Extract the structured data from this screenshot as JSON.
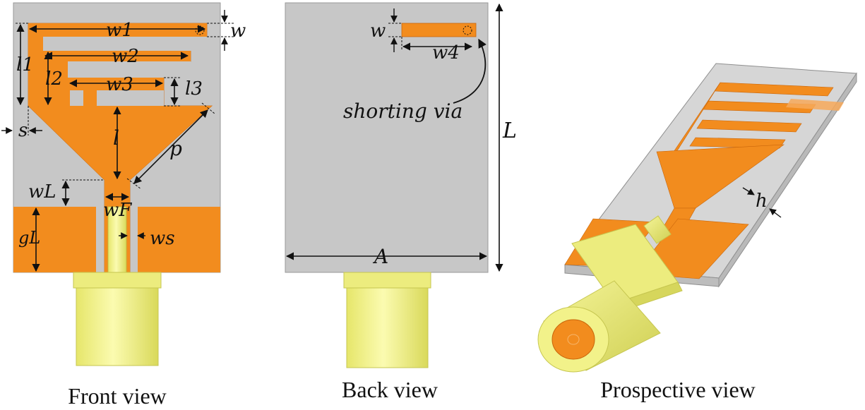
{
  "captions": {
    "front": "Front view",
    "back": "Back view",
    "prospective": "Prospective view"
  },
  "front_labels": {
    "w1": "w1",
    "w": "w",
    "w2": "w2",
    "l1": "l1",
    "l2": "l2",
    "w3": "w3",
    "l3": "l3",
    "s": "s",
    "l": "l",
    "p": "p",
    "wL": "wL",
    "wF": "wF",
    "gL": "gL",
    "ws": "ws"
  },
  "back_labels": {
    "w": "w",
    "w4": "w4",
    "shorting_via": "shorting via",
    "L": "L",
    "A": "A"
  },
  "prospective_labels": {
    "h": "h"
  },
  "colors": {
    "substrate": "#c7c7c7",
    "copper": "#f28c1e",
    "connector": "#ecec7e",
    "connector_dark": "#d8d85a"
  }
}
